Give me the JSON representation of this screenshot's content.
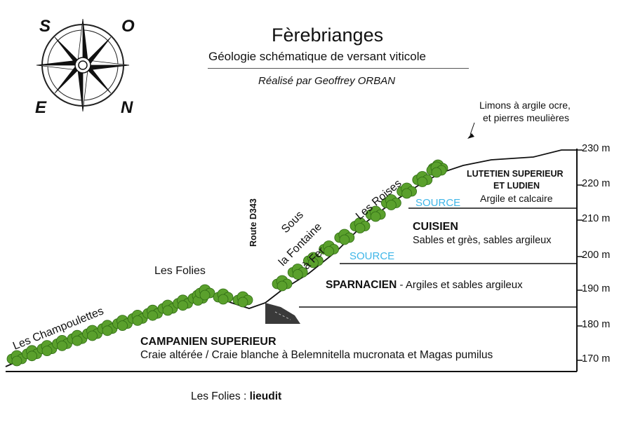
{
  "header": {
    "title": "Fèrebrianges",
    "subtitle": "Géologie schématique de versant viticole",
    "author": "Réalisé par Geoffrey ORBAN"
  },
  "compass": {
    "north": "N",
    "south": "S",
    "east": "E",
    "west": "O"
  },
  "altitudes": [
    "230 m",
    "220 m",
    "210 m",
    "200 m",
    "190 m",
    "180 m",
    "170 m"
  ],
  "place_names": {
    "champoulettes": "Les Champoulettes",
    "folies": "Les Folies",
    "road": "Route D343",
    "fontaine_line1": "Sous",
    "fontaine_line2": "la Fontaine",
    "fontaine_line3": "à Fer",
    "roises": "Les Roises"
  },
  "layers": {
    "limons_line1": "Limons à argile ocre,",
    "limons_line2": "et pierres meulières",
    "lutetien_line1": "LUTETIEN SUPERIEUR",
    "lutetien_line2": "ET LUDIEN",
    "lutetien_desc": "Argile et calcaire",
    "cuisien_name": "CUISIEN",
    "cuisien_desc": "Sables et grès, sables argileux",
    "sparnacien_name": "SPARNACIEN",
    "sparnacien_desc": " - Argiles et sables argileux",
    "campanien_name": "CAMPANIEN SUPERIEUR",
    "campanien_desc": "Craie altérée / Craie blanche à Belemnitella mucronata et Magas pumilus"
  },
  "springs": {
    "upper": "SOURCE",
    "lower": "SOURCE"
  },
  "legend": {
    "example": "Les Folies : ",
    "meaning": "lieudit"
  },
  "colors": {
    "vine": "#5aa02c",
    "vine_dark": "#2f6b14",
    "source": "#3fb6e8",
    "road": "#3a3a3a"
  }
}
